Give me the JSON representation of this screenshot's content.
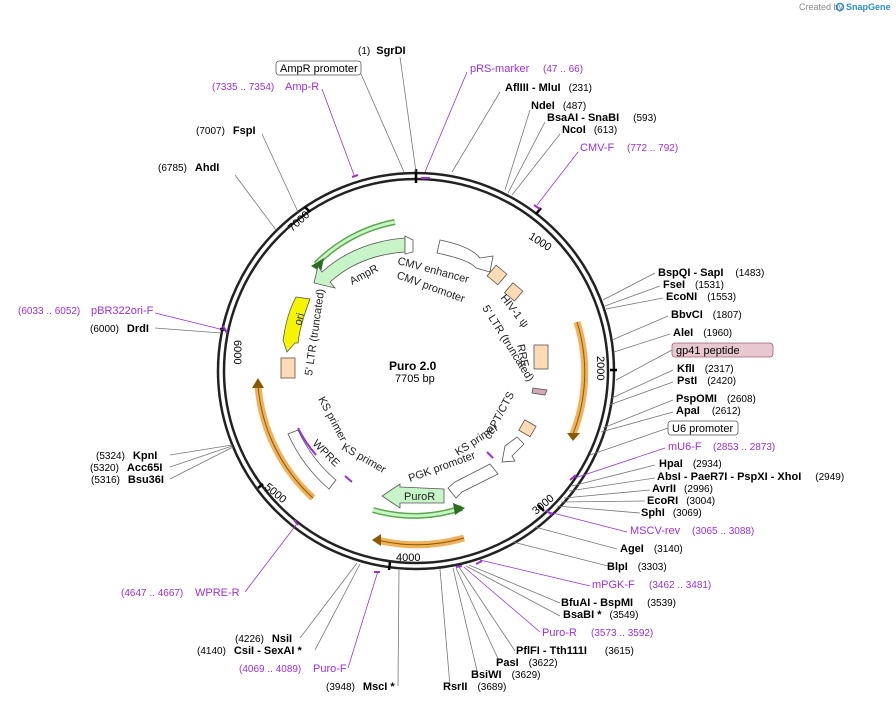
{
  "watermark": {
    "prefix": "Created by",
    "brand": "SnapGene"
  },
  "plasmid": {
    "name": "Puro 2.0",
    "size": "7705 bp"
  },
  "ticks": [
    "1000",
    "2000",
    "3000",
    "4000",
    "5000",
    "6000",
    "7000"
  ],
  "sites": [
    {
      "name": "SgrDI",
      "pos": "(1)"
    },
    {
      "name": "AflIII - MluI",
      "pos": "(231)"
    },
    {
      "name": "NdeI",
      "pos": "(487)"
    },
    {
      "name": "BsaAI - SnaBI",
      "pos": "(593)"
    },
    {
      "name": "NcoI",
      "pos": "(613)"
    },
    {
      "name": "BspQI - SapI",
      "pos": "(1483)"
    },
    {
      "name": "FseI",
      "pos": "(1531)"
    },
    {
      "name": "EcoNI",
      "pos": "(1553)"
    },
    {
      "name": "BbvCI",
      "pos": "(1807)"
    },
    {
      "name": "AleI",
      "pos": "(1960)"
    },
    {
      "name": "KflI",
      "pos": "(2317)"
    },
    {
      "name": "PstI",
      "pos": "(2420)"
    },
    {
      "name": "PspOMI",
      "pos": "(2608)"
    },
    {
      "name": "ApaI",
      "pos": "(2612)"
    },
    {
      "name": "HpaI",
      "pos": "(2934)"
    },
    {
      "name": "AbsI - PaeR7I - PspXI - XhoI",
      "pos": "(2949)"
    },
    {
      "name": "AvrII",
      "pos": "(2996)"
    },
    {
      "name": "EcoRI",
      "pos": "(3004)"
    },
    {
      "name": "SphI",
      "pos": "(3069)"
    },
    {
      "name": "AgeI",
      "pos": "(3140)"
    },
    {
      "name": "BlpI",
      "pos": "(3303)"
    },
    {
      "name": "BfuAI - BspMI",
      "pos": "(3539)"
    },
    {
      "name": "BsaBI *",
      "pos": "(3549)"
    },
    {
      "name": "PflFI - Tth111I",
      "pos": "(3615)"
    },
    {
      "name": "PasI",
      "pos": "(3622)"
    },
    {
      "name": "BsiWI",
      "pos": "(3629)"
    },
    {
      "name": "RsrII",
      "pos": "(3689)"
    },
    {
      "name": "MscI *",
      "pos": "(3948)"
    },
    {
      "name": "NsiI",
      "pos": "(4226)"
    },
    {
      "name": "CsiI - SexAI *",
      "pos": "(4140)"
    },
    {
      "name": "KpnI",
      "pos": "(5324)"
    },
    {
      "name": "Acc65I",
      "pos": "(5320)"
    },
    {
      "name": "Bsu36I",
      "pos": "(5316)"
    },
    {
      "name": "DrdI",
      "pos": "(6000)"
    },
    {
      "name": "AhdI",
      "pos": "(6785)"
    },
    {
      "name": "FspI",
      "pos": "(7007)"
    }
  ],
  "primers": [
    {
      "name": "pRS-marker",
      "range": "(47 .. 66)"
    },
    {
      "name": "CMV-F",
      "range": "(772 .. 792)"
    },
    {
      "name": "mU6-F",
      "range": "(2853 .. 2873)"
    },
    {
      "name": "MSCV-rev",
      "range": "(3065 .. 3088)"
    },
    {
      "name": "mPGK-F",
      "range": "(3462 .. 3481)"
    },
    {
      "name": "Puro-R",
      "range": "(3573 .. 3592)"
    },
    {
      "name": "Puro-F",
      "range": "(4069 .. 4089)"
    },
    {
      "name": "WPRE-R",
      "range": "(4647 .. 4667)"
    },
    {
      "name": "pBR322ori-F",
      "range": "(6033 .. 6052)"
    },
    {
      "name": "Amp-R",
      "range": "(7335 .. 7354)"
    }
  ],
  "boxed_labels": {
    "ampr_promoter": "AmpR promoter",
    "gp41": "gp41 peptide",
    "u6": "U6 promoter"
  },
  "features": {
    "cmv_enhancer": "CMV enhancer",
    "cmv_promoter": "CMV promoter",
    "ltr5_right": "5' LTR (truncated)",
    "hiv_psi": "HIV-1 ψ",
    "rre": "RRE",
    "cppt": "cPPT/CTS",
    "ks_primer_right": "KS primer",
    "pgk": "PGK promoter",
    "puror": "PuroR",
    "ks_primer_left_a": "KS primer",
    "ks_primer_left_b": "KS primer",
    "wpre": "WPRE",
    "ltr5_left": "5' LTR (truncated)",
    "ori": "ori",
    "ampr": "AmpR"
  },
  "colors": {
    "primer": "#9b30d9",
    "ori": "#f5f500",
    "ampr": "#c8f5c8",
    "orange_arc": "#f0b15a",
    "beige": "#fddcb5",
    "gp41_fill": "#e8c8d0"
  }
}
